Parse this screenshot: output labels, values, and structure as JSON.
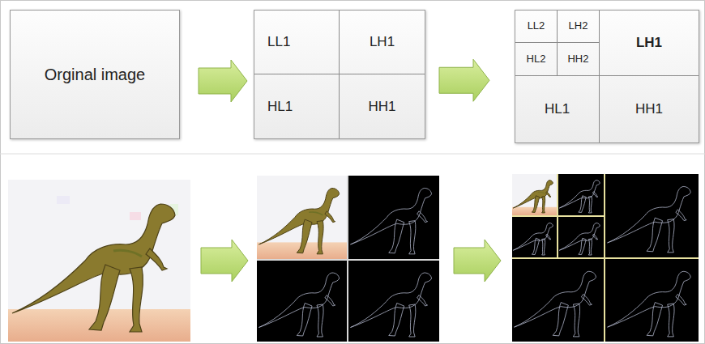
{
  "diagram": {
    "nodes": [
      {
        "text": [
          "Orginal image"
        ]
      },
      {
        "text": []
      },
      {
        "text": [
          "LL1"
        ],
        "in": 1
      },
      {
        "text": [
          "LH1"
        ],
        "in": 1
      },
      {
        "text": [
          "HL1"
        ],
        "in": 1
      },
      {
        "text": [
          "HH1"
        ],
        "in": 1
      },
      {
        "text": []
      },
      {
        "text": [],
        "in": 6
      },
      {
        "text": [
          "LL2"
        ],
        "in": 7
      },
      {
        "text": [
          "LH2"
        ],
        "in": 7
      },
      {
        "text": [
          "HL2"
        ],
        "in": 7
      },
      {
        "text": [
          "HH2"
        ],
        "in": 7
      },
      {
        "text": [
          "LH1"
        ],
        "in": 6
      },
      {
        "text": [
          "HL1"
        ],
        "in": 6
      },
      {
        "text": [
          "HH1"
        ],
        "in": 6
      }
    ],
    "edges": [
      {
        "from": 0,
        "to": 1,
        "arrow": "to"
      },
      {
        "from": 1,
        "to": 6,
        "arrow": "to"
      }
    ]
  }
}
